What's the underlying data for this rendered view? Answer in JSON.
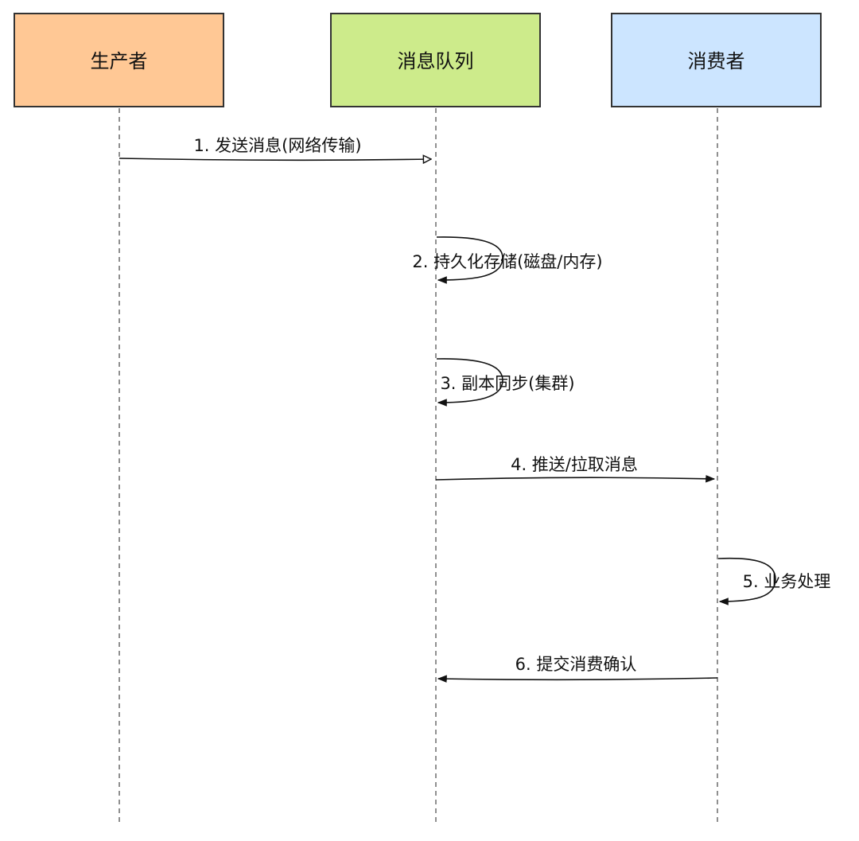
{
  "actors": [
    {
      "id": "producer",
      "label": "生产者",
      "fill": "#ffc895"
    },
    {
      "id": "queue",
      "label": "消息队列",
      "fill": "#cdeb8b"
    },
    {
      "id": "consumer",
      "label": "消费者",
      "fill": "#cce5ff"
    }
  ],
  "messages": [
    {
      "label": "1. 发送消息(网络传输)",
      "from": 0,
      "to": 1,
      "head": "open"
    },
    {
      "label": "2. 持久化存储(磁盘/内存)",
      "from": 1,
      "to": 1,
      "head": "filled"
    },
    {
      "label": "3. 副本同步(集群)",
      "from": 1,
      "to": 1,
      "head": "filled"
    },
    {
      "label": "4. 推送/拉取消息",
      "from": 1,
      "to": 2,
      "head": "filled"
    },
    {
      "label": "5. 业务处理",
      "from": 2,
      "to": 2,
      "head": "filled"
    },
    {
      "label": "6. 提交消费确认",
      "from": 2,
      "to": 1,
      "head": "filled"
    }
  ]
}
